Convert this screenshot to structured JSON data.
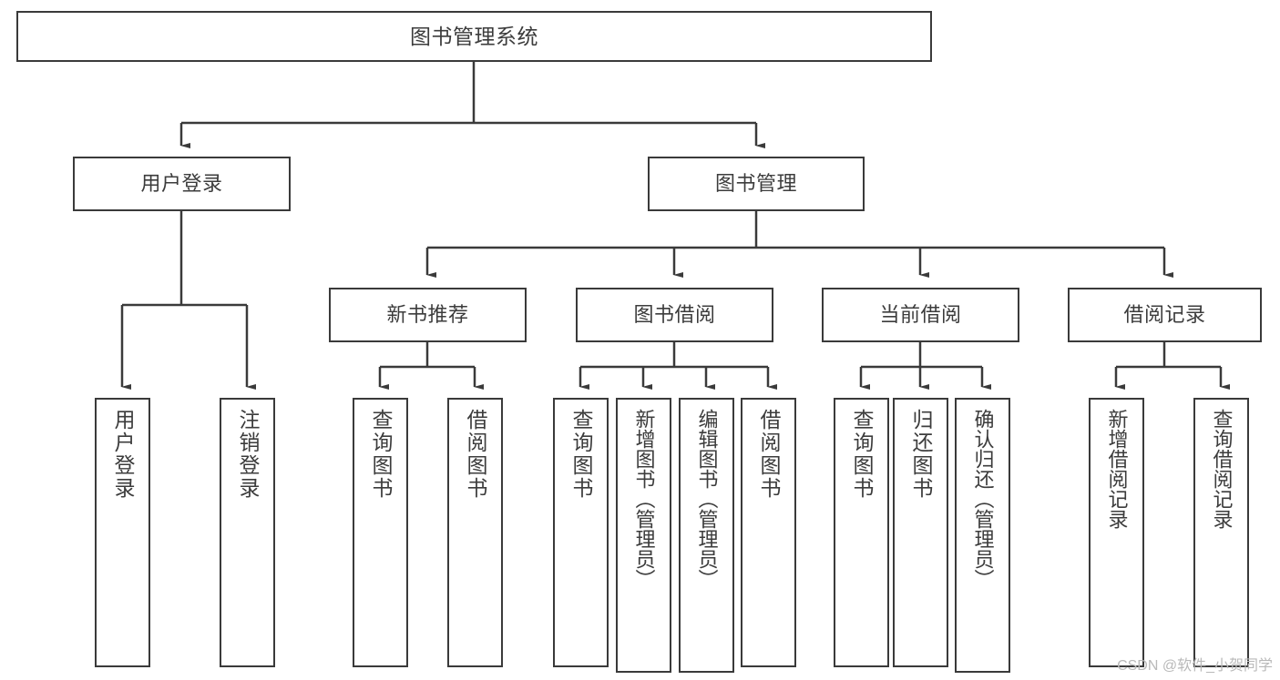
{
  "diagram": {
    "title": "图书管理系统",
    "type": "hierarchy-tree",
    "colors": {
      "stroke": "#3a3a3a",
      "text": "#3c3c3c",
      "background": "#ffffff",
      "watermark": "#b9b9b9"
    },
    "levels": {
      "root": "图书管理系统",
      "level2": [
        "用户登录",
        "图书管理"
      ],
      "level3": [
        "新书推荐",
        "图书借阅",
        "当前借阅",
        "借阅记录"
      ]
    },
    "nodes": {
      "root": {
        "label": "图书管理系统"
      },
      "user_login": {
        "label": "用户登录"
      },
      "book_manage": {
        "label": "图书管理"
      },
      "new_book_rec": {
        "label": "新书推荐"
      },
      "book_borrow": {
        "label": "图书借阅"
      },
      "current_borrow": {
        "label": "当前借阅"
      },
      "borrow_record": {
        "label": "借阅记录"
      },
      "leaf_user_login": {
        "label": "用户登录"
      },
      "leaf_logout": {
        "label": "注销登录"
      },
      "leaf_query_book_1": {
        "label": "查询图书"
      },
      "leaf_borrow_book_1": {
        "label": "借阅图书"
      },
      "leaf_query_book_2": {
        "label": "查询图书"
      },
      "leaf_add_book_admin": {
        "label": "新增图书（管理员）"
      },
      "leaf_edit_book_admin": {
        "label": "编辑图书（管理员）"
      },
      "leaf_borrow_book_2": {
        "label": "借阅图书"
      },
      "leaf_query_book_3": {
        "label": "查询图书"
      },
      "leaf_return_book": {
        "label": "归还图书"
      },
      "leaf_confirm_return_admin": {
        "label": "确认归还（管理员）"
      },
      "leaf_add_record": {
        "label": "新增借阅记录"
      },
      "leaf_query_record": {
        "label": "查询借阅记录"
      }
    }
  },
  "watermark": {
    "text": "CSDN @软件_小贺同学"
  }
}
